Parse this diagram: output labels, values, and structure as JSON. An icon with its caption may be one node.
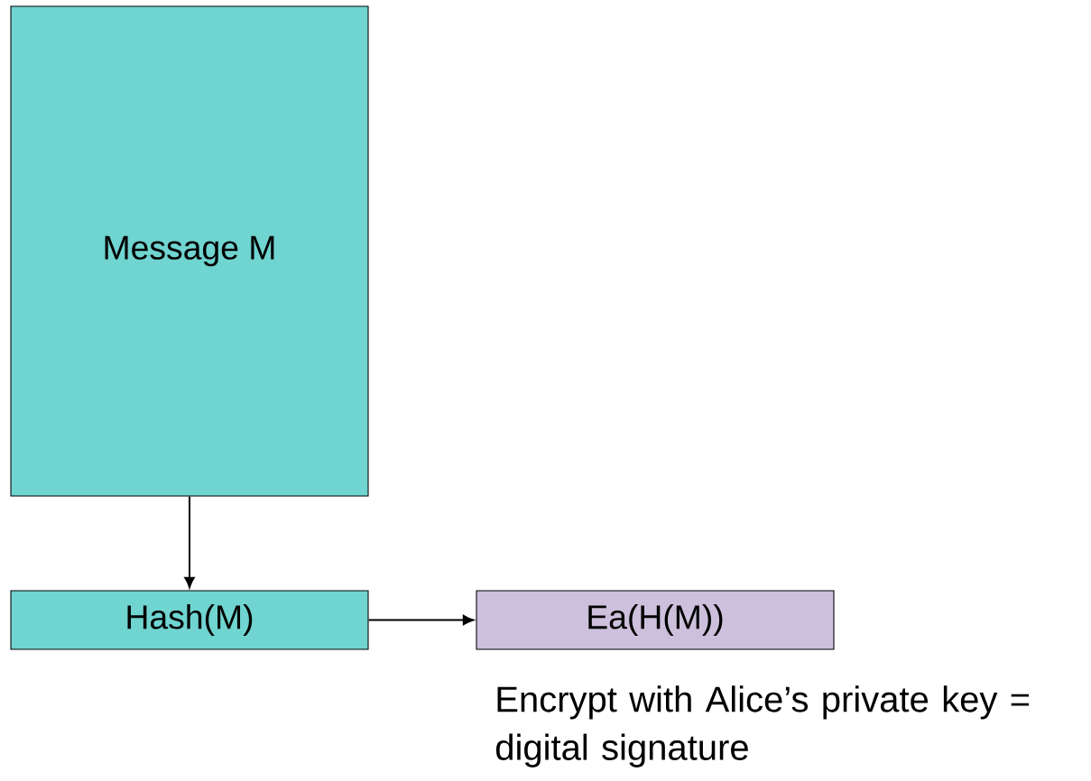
{
  "diagram": {
    "nodes": [
      {
        "text": [
          "Message M"
        ]
      },
      {
        "text": [
          "Hash(M)"
        ]
      },
      {
        "text": [
          "Ea(H(M))"
        ],
        "beside": [
          "Encrypt with Alice’s private key = digital signature"
        ]
      }
    ],
    "edges": [
      {
        "from": 0,
        "to": 1,
        "arrow": "to"
      },
      {
        "from": 1,
        "to": 2,
        "arrow": "to"
      }
    ]
  }
}
